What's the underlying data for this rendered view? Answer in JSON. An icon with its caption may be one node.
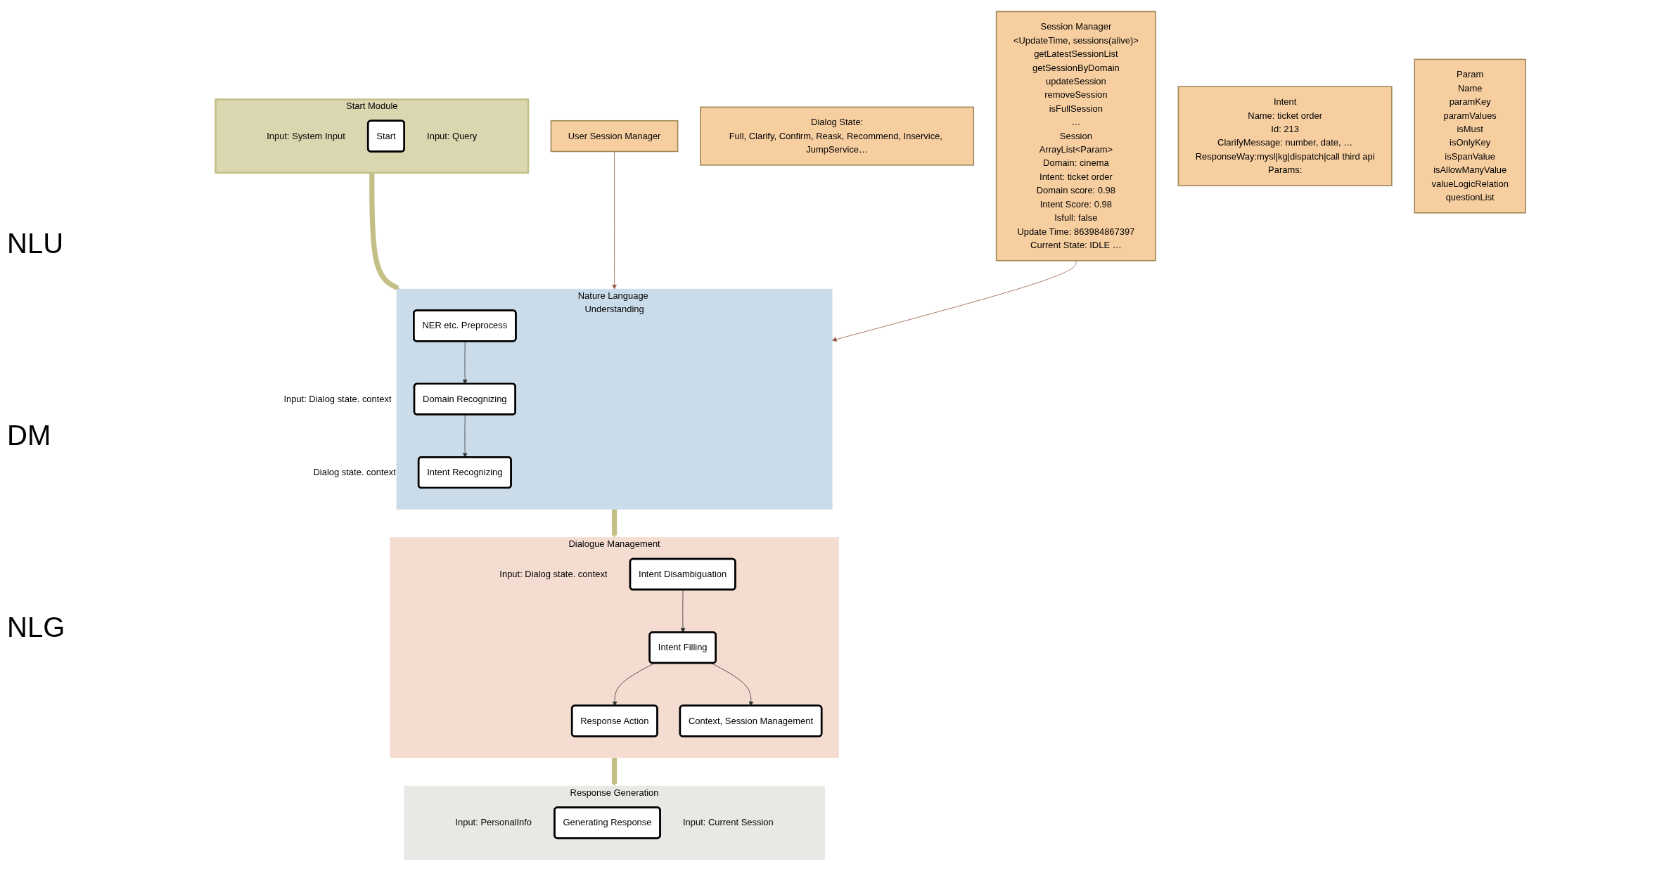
{
  "diagram": {
    "nodes": [
      {
        "text": [
          "Start Module"
        ]
      },
      {
        "text": [
          "Start"
        ],
        "in": 0,
        "beside": [
          "Input: System Input",
          "Input: Query"
        ]
      },
      {
        "text": [
          "Nature Language Understanding"
        ]
      },
      {
        "text": [
          "NER etc. Preprocess"
        ],
        "in": 2
      },
      {
        "text": [
          "Domain Recognizing"
        ],
        "in": 2,
        "beside": [
          "Input: Dialog state. context"
        ]
      },
      {
        "text": [
          "Intent Recognizing"
        ],
        "in": 2,
        "beside": [
          "Dialog state. context"
        ]
      },
      {
        "text": [
          "Dialogue Management"
        ]
      },
      {
        "text": [
          "Intent Disambiguation"
        ],
        "in": 6,
        "beside": [
          "Input: Dialog state. context"
        ]
      },
      {
        "text": [
          "Intent Filling"
        ],
        "in": 6
      },
      {
        "text": [
          "Response Action"
        ],
        "in": 6
      },
      {
        "text": [
          "Context, Session Management"
        ],
        "in": 6
      },
      {
        "text": [
          "Response Generation"
        ]
      },
      {
        "text": [
          "Generating Response"
        ],
        "in": 11,
        "beside": [
          "Input: PersonalInfo",
          "Input: Current Session"
        ]
      },
      {
        "text": [
          "User Session Manager"
        ]
      },
      {
        "text": [
          "Dialog State:",
          "Full, Clarify, Confirm, Reask, Recommend, Inservice, JumpService…"
        ]
      },
      {
        "text": [
          "Session Manager",
          "<UpdateTime, sessions(alive)>",
          "getLatestSessionList",
          "getSessionByDomain",
          "updateSession",
          "removeSession",
          "isFullSession",
          "…",
          "Session",
          "ArrayList<Param>",
          "Domain: cinema",
          "Intent: ticket order",
          "Domain score: 0.98",
          "Intent Score: 0.98",
          "Isfull: false",
          "Update Time: 863984867397",
          "Current State: IDLE …"
        ]
      },
      {
        "text": [
          "Intent",
          "Name: ticket order",
          "Id: 213",
          "ClarifyMessage: number, date, …",
          "ResponseWay:mysl|kg|dispatch|call third api",
          "Params:"
        ]
      },
      {
        "text": [
          "Param",
          "Name",
          "paramKey",
          "paramValues",
          "isMust",
          "isOnlyKey",
          "isSpanValue",
          "isAllowManyValue",
          "valueLogicRelation",
          "questionList"
        ]
      }
    ],
    "edges": [
      {
        "from": 0,
        "to": 2,
        "arrow": "to",
        "style": "thick",
        "color": "#c4bf86"
      },
      {
        "from": 3,
        "to": 4,
        "arrow": "to"
      },
      {
        "from": 4,
        "to": 5,
        "arrow": "to"
      },
      {
        "from": 2,
        "to": 6,
        "arrow": "to",
        "style": "thick",
        "color": "#c4bf86"
      },
      {
        "from": 7,
        "to": 8,
        "arrow": "to"
      },
      {
        "from": 8,
        "to": 9,
        "arrow": "to"
      },
      {
        "from": 8,
        "to": 10,
        "arrow": "to"
      },
      {
        "from": 6,
        "to": 11,
        "arrow": "to",
        "style": "thick",
        "color": "#c4bf86"
      },
      {
        "from": 13,
        "to": 2,
        "arrow": "to",
        "color": "#9a5a48"
      },
      {
        "from": 15,
        "to": 2,
        "arrow": "to",
        "color": "#9a5a48"
      }
    ],
    "labels": [
      "NLU",
      "DM",
      "NLG"
    ]
  }
}
